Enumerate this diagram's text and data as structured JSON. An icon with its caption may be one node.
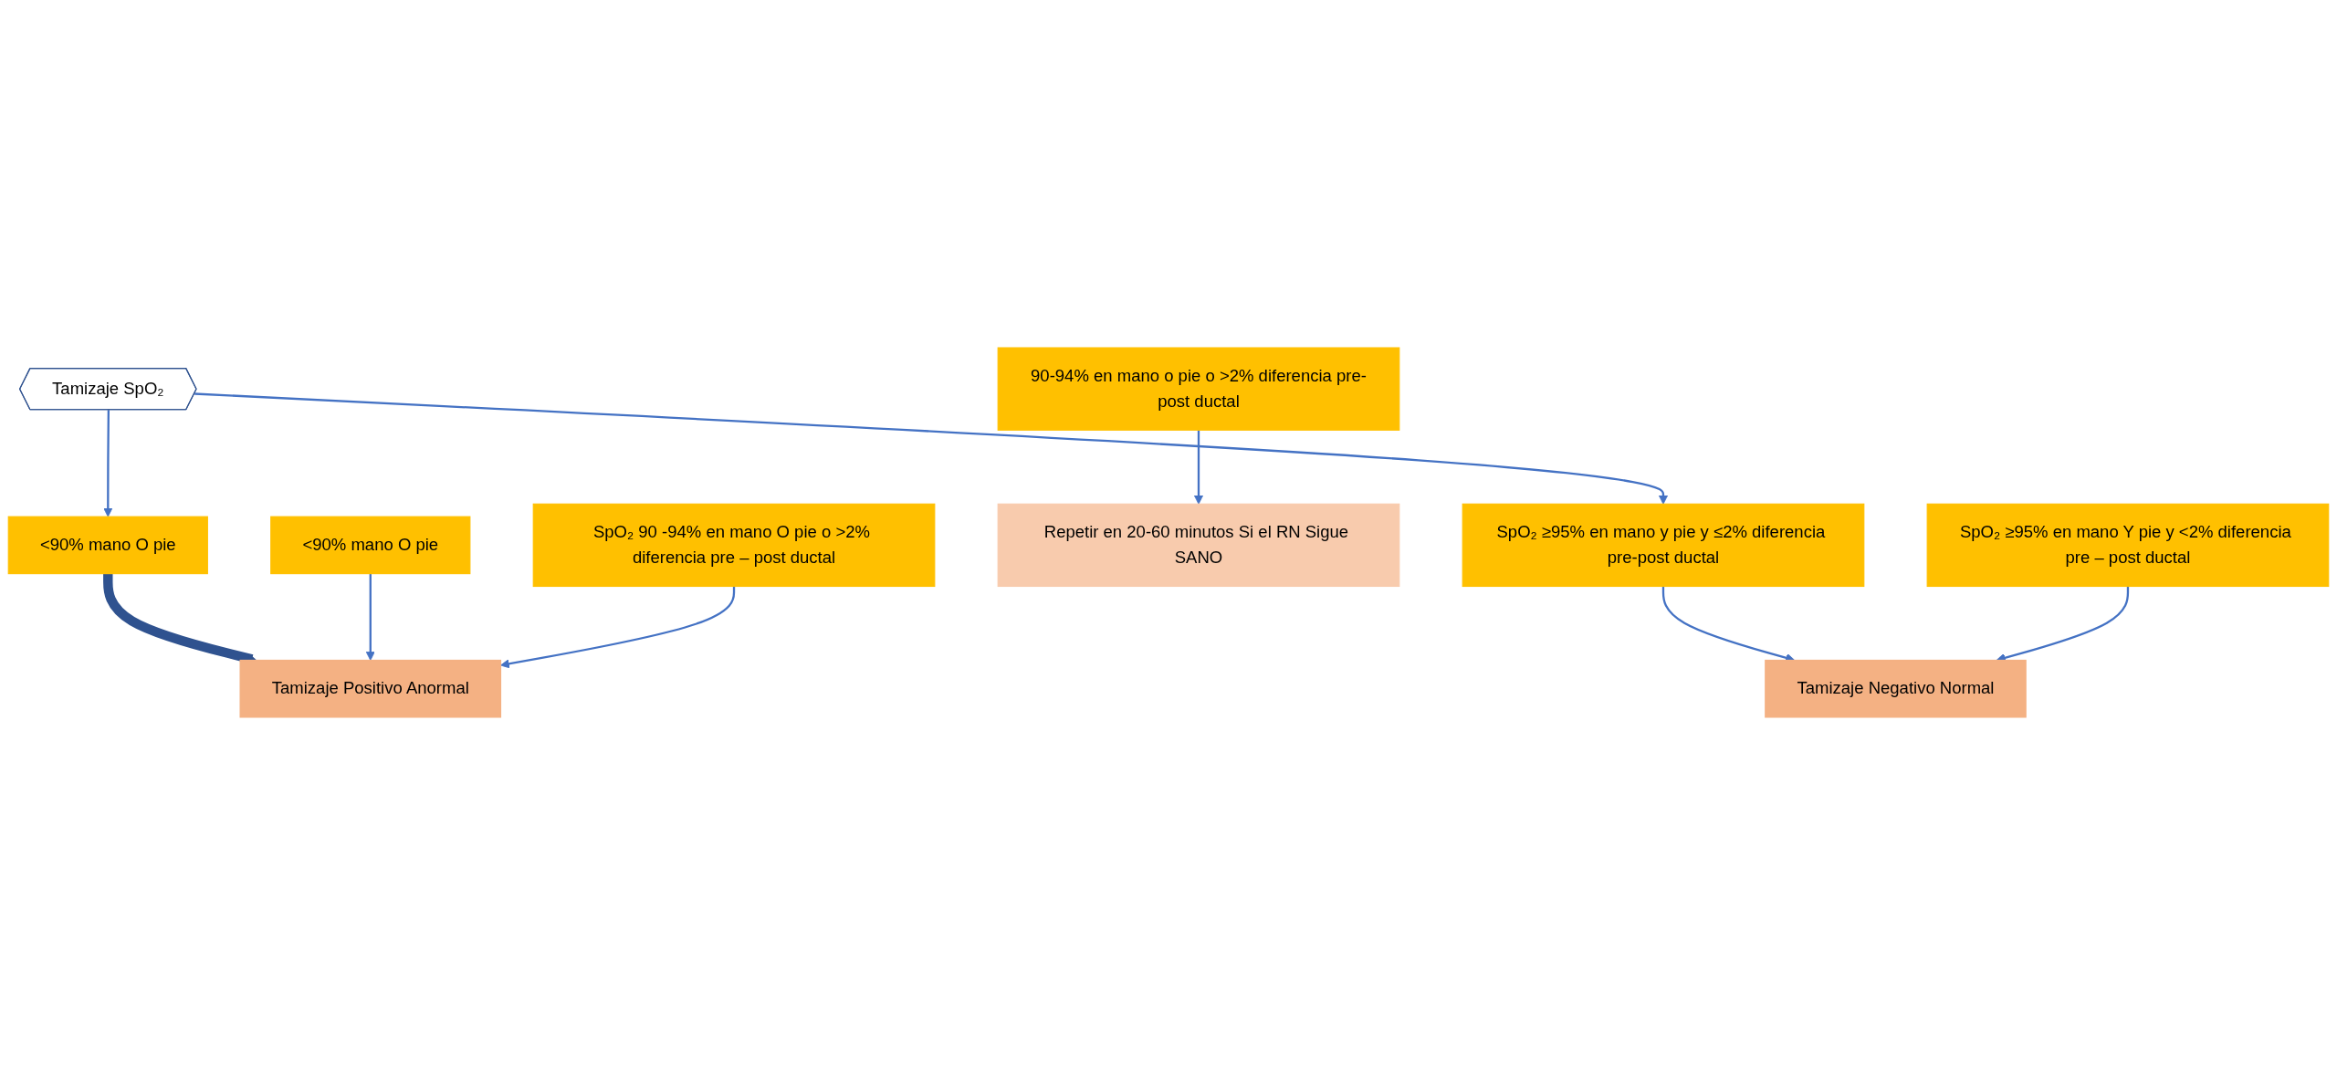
{
  "diagram": {
    "nodes": [
      {
        "text": [
          "Tamizaje SpO₂"
        ]
      },
      {
        "text": [
          "<90% mano O pie"
        ]
      },
      {
        "text": [
          "90-94% en mano o pie o >2% diferencia pre-post ductal"
        ]
      },
      {
        "text": [
          "SpO₂ ≥95% en mano y pie y ≤2% diferencia pre-post ductal"
        ]
      },
      {
        "text": [
          "<90% mano O pie"
        ]
      },
      {
        "text": [
          "Repetir en 20-60 minutos Si el RN Sigue SANO"
        ]
      },
      {
        "text": [
          "SpO₂ ≥95% en mano Y pie y <2% diferencia pre – post ductal"
        ]
      },
      {
        "text": [
          "Tamizaje Positivo Anormal"
        ]
      },
      {
        "text": [
          "SpO₂ 90 -94% en mano O pie o >2% diferencia pre – post ductal"
        ]
      },
      {
        "text": [
          "Tamizaje Negativo Normal"
        ]
      }
    ],
    "edges": [
      {
        "from": 0,
        "to": 1,
        "arrow": "to"
      },
      {
        "from": 0,
        "to": 3,
        "arrow": "to"
      },
      {
        "from": 2,
        "to": 5,
        "arrow": "to"
      },
      {
        "from": 1,
        "to": 7,
        "arrow": "to",
        "style": "thick",
        "color": "#2f528f"
      },
      {
        "from": 4,
        "to": 7,
        "arrow": "to"
      },
      {
        "from": 8,
        "to": 7,
        "arrow": "to"
      },
      {
        "from": 3,
        "to": 9,
        "arrow": "to"
      },
      {
        "from": 6,
        "to": 9,
        "arrow": "to"
      }
    ]
  }
}
